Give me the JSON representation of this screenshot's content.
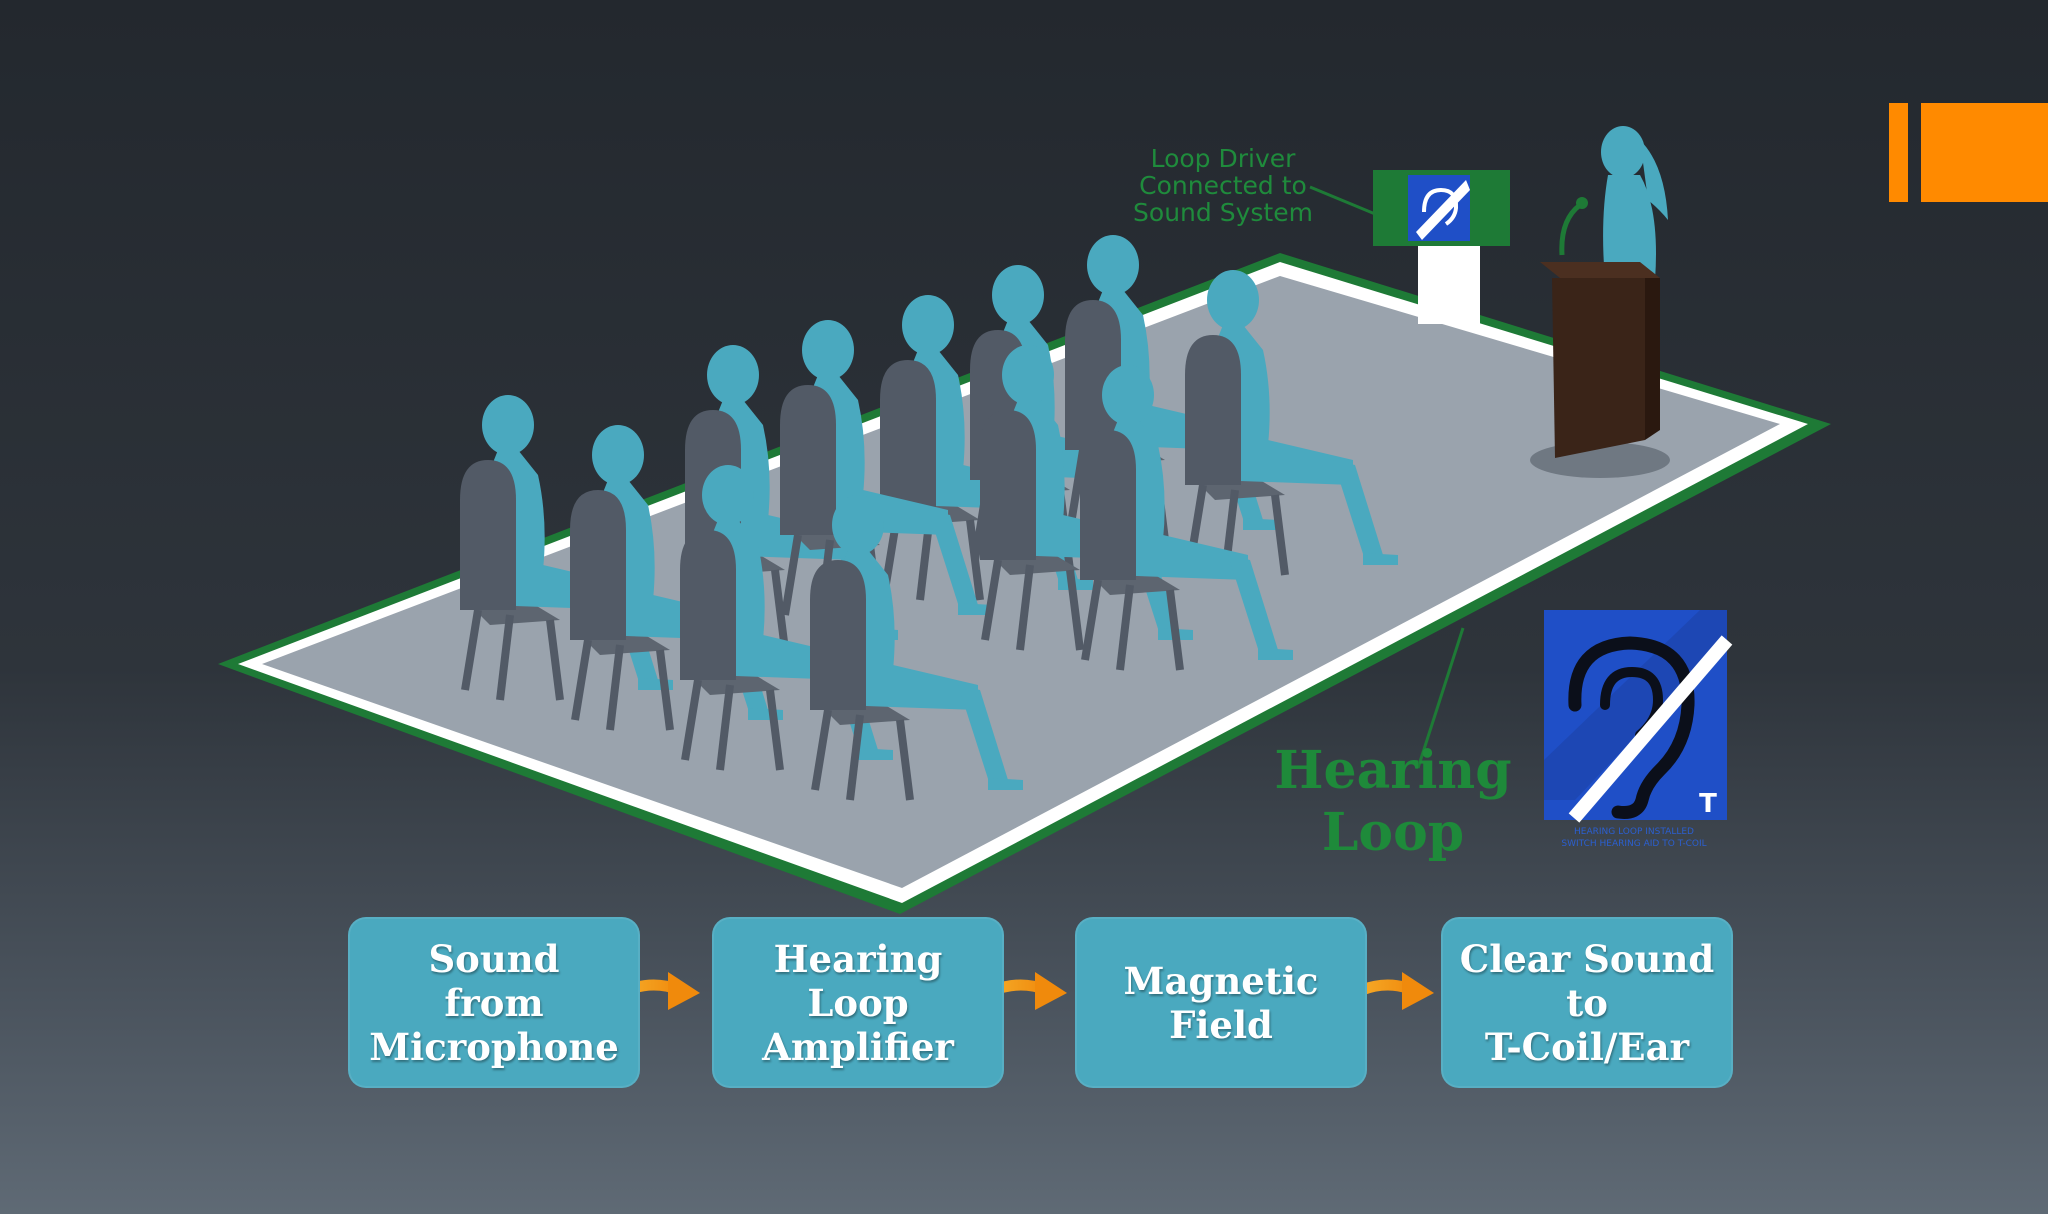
{
  "driver_label": "Loop Driver\nConnected to\nSound System",
  "loop_label": "Hearing\nLoop",
  "sign_caption": "HEARING LOOP INSTALLED\nSWITCH HEARING AID TO T-COIL",
  "sign_letter": "T",
  "flow_steps": [
    "Sound\nfrom\nMicrophone",
    "Hearing\nLoop\nAmplifier",
    "Magnetic\nField",
    "Clear Sound\nto\nT-Coil/Ear"
  ],
  "colors": {
    "accent": "#ff8a00",
    "figure": "#4aa9bf",
    "loop_green": "#1e7a36",
    "floor": "#9aa3ad",
    "chair": "#525a66",
    "podium": "#3a2418",
    "sign_blue": "#1f4fc7",
    "arrow": "#f2a11a"
  }
}
